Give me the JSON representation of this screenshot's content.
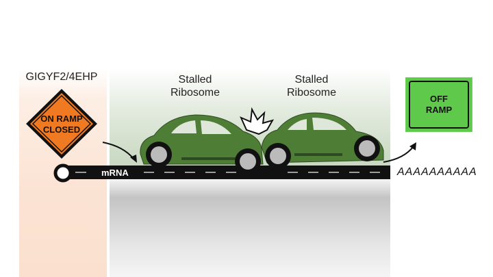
{
  "labels": {
    "enzyme": "GIGYF2/4EHP",
    "stalled_left": "Stalled Ribosome",
    "stalled_right": "Stalled Ribosome",
    "mrna": "mRNA",
    "polya": "AAAAAAAAAA"
  },
  "signs": {
    "on_ramp": {
      "line1": "ON RAMP",
      "line2": "CLOSED",
      "color": "#f07a22"
    },
    "off_ramp": {
      "line1": "OFF",
      "line2": "RAMP",
      "color": "#5ec94a"
    }
  },
  "colors": {
    "car": "#4e7e36",
    "road": "#111111"
  }
}
